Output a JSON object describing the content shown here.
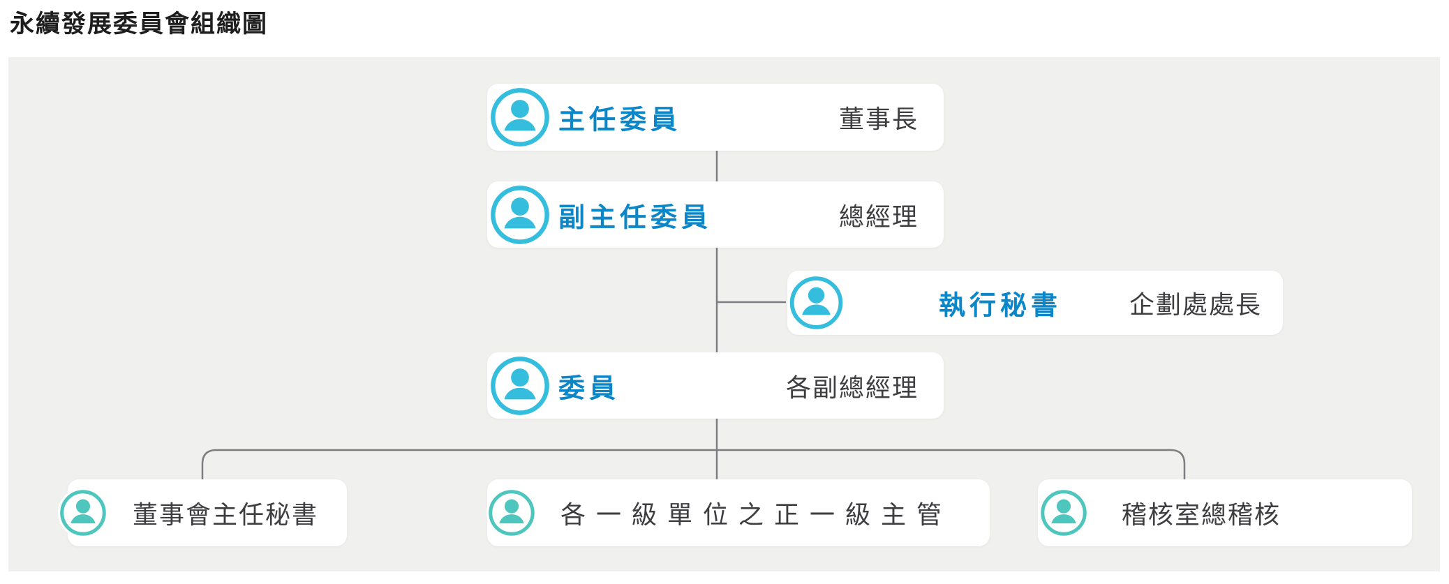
{
  "page_title": "永續發展委員會組織圖",
  "colors": {
    "panel-bg": "#f0f0ee",
    "role-blue": "#0b86c8",
    "icon-cyan": "#35bdde",
    "icon-teal": "#4ec5bd",
    "text-dark": "#3e3e41",
    "line-gray": "#7d7d82",
    "title-color": "#1e1e1e"
  },
  "org_chart": {
    "nodes": [
      {
        "id": "chief-commissioner",
        "icon": "person-icon",
        "role": "主任委員",
        "holder": "董事長"
      },
      {
        "id": "deputy-chief-commissioner",
        "icon": "person-icon",
        "role": "副主任委員",
        "holder": "總經理"
      },
      {
        "id": "executive-secretary",
        "icon": "person-icon",
        "role": "執行秘書",
        "holder": "企劃處處長"
      },
      {
        "id": "commissioners",
        "icon": "person-icon",
        "role": "委員",
        "holder": "各副總經理"
      },
      {
        "id": "board-chief-secretary",
        "icon": "person-icon",
        "label": "董事會主任秘書"
      },
      {
        "id": "first-level-unit-heads",
        "icon": "person-icon",
        "label": "各一級單位之正一級主管"
      },
      {
        "id": "chief-auditor",
        "icon": "person-icon",
        "label": "稽核室總稽核"
      }
    ],
    "edges": [
      {
        "from": "主任委員",
        "to": "副主任委員"
      },
      {
        "from": "副主任委員",
        "to": "執行秘書"
      },
      {
        "from": "副主任委員",
        "to": "委員"
      },
      {
        "from": "委員",
        "to": "董事會主任秘書"
      },
      {
        "from": "委員",
        "to": "各一級單位之正一級主管"
      },
      {
        "from": "委員",
        "to": "稽核室總稽核"
      }
    ]
  }
}
